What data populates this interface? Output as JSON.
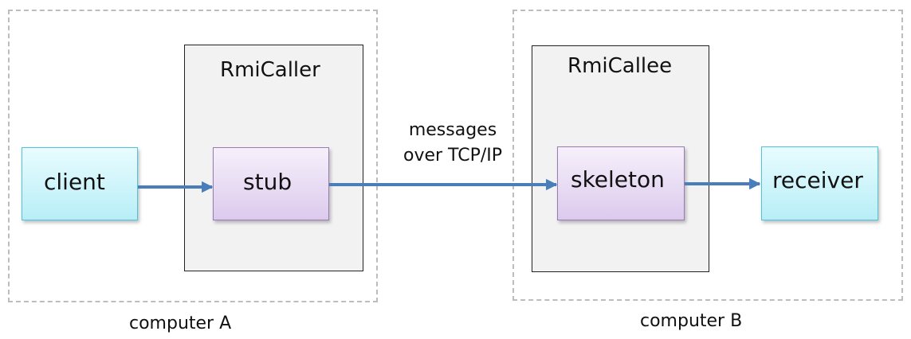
{
  "colors": {
    "arrow": "#4a7ebb",
    "frame_dash": "#bdbdbd",
    "host_fill": "#f2f2f2",
    "client_fill": "#c6f1f8",
    "stub_fill": "#e6dbf2"
  },
  "computer_a": {
    "label": "computer A",
    "host": {
      "title": "RmiCaller",
      "inner": "stub"
    },
    "outer": "client"
  },
  "computer_b": {
    "label": "computer B",
    "host": {
      "title": "RmiCallee",
      "inner": "skeleton"
    },
    "outer": "receiver"
  },
  "link": {
    "line1": "messages",
    "line2": "over TCP/IP"
  }
}
